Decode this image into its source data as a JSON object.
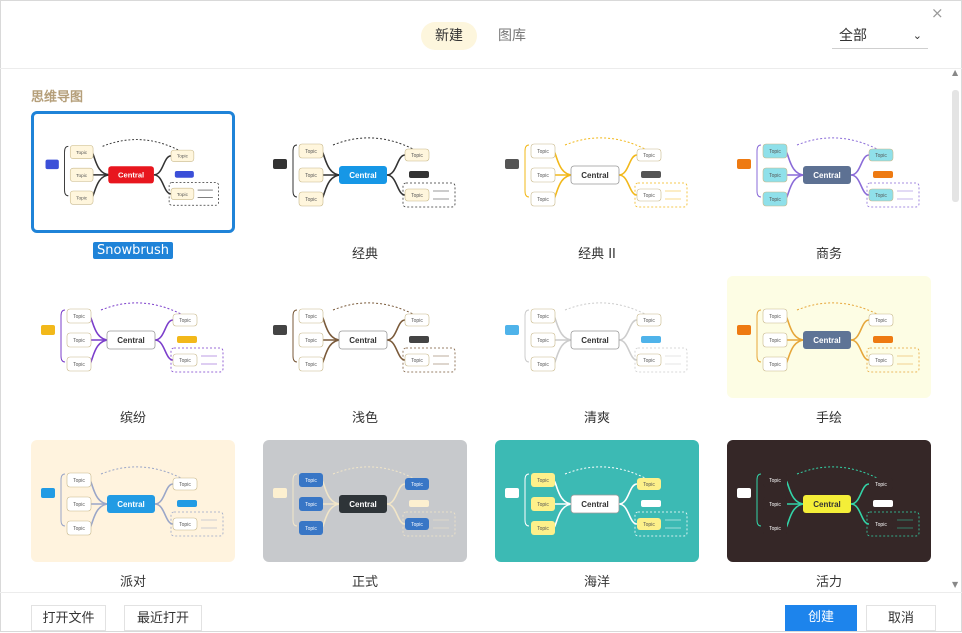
{
  "header": {
    "tabs": [
      {
        "label": "新建",
        "active": true
      },
      {
        "label": "图库",
        "active": false
      }
    ],
    "filter_value": "全部",
    "close_glyph": "×"
  },
  "section_title": "思维导图",
  "templates": [
    {
      "name": "Snowbrush",
      "selected": true,
      "theme": {
        "bg": "#ffffff",
        "central": "#e8161e",
        "central_text": "Central",
        "topic": "#fff6dd",
        "accent": "#3b4fd8",
        "line": "#333333"
      }
    },
    {
      "name": "经典",
      "selected": false,
      "theme": {
        "bg": "#ffffff",
        "central": "#1697e6",
        "central_text": "Central",
        "topic": "#fff6dd",
        "accent": "#333333",
        "line": "#333333"
      }
    },
    {
      "name": "经典 II",
      "selected": false,
      "theme": {
        "bg": "#ffffff",
        "central": "#ffffff",
        "central_text": "Central",
        "topic": "#ffffff",
        "accent": "#555555",
        "line": "#f2b81a"
      }
    },
    {
      "name": "商务",
      "selected": false,
      "theme": {
        "bg": "#ffffff",
        "central": "#5d7193",
        "central_text": "Central",
        "topic": "#8fe0ea",
        "accent": "#ee7a12",
        "line": "#8a6bd8"
      }
    },
    {
      "name": "缤纷",
      "selected": false,
      "theme": {
        "bg": "#ffffff",
        "central": "#ffffff",
        "central_text": "Central",
        "topic": "#ffffff",
        "accent": "#f2b81a",
        "line": "#7b3ecb"
      }
    },
    {
      "name": "浅色",
      "selected": false,
      "theme": {
        "bg": "#ffffff",
        "central": "#ffffff",
        "central_text": "Central",
        "topic": "#ffffff",
        "accent": "#444444",
        "line": "#7a5a3a"
      }
    },
    {
      "name": "清爽",
      "selected": false,
      "theme": {
        "bg": "#ffffff",
        "central": "#ffffff",
        "central_text": "Central",
        "topic": "#ffffff",
        "accent": "#4fb3ea",
        "line": "#cccccc"
      }
    },
    {
      "name": "手绘",
      "selected": false,
      "theme": {
        "bg": "#fdfde4",
        "central": "#5e7496",
        "central_text": "Central",
        "topic": "#ffffff",
        "accent": "#ee7a12",
        "line": "#e6a63a"
      }
    },
    {
      "name": "派对",
      "selected": false,
      "theme": {
        "bg": "#fff3de",
        "central": "#229be4",
        "central_text": "Central",
        "topic": "#ffffff",
        "accent": "#229be4",
        "line": "#9aa6c8"
      }
    },
    {
      "name": "正式",
      "selected": false,
      "theme": {
        "bg": "#c7c9cc",
        "central": "#2e3438",
        "central_text": "Central",
        "topic": "#3876c6",
        "accent": "#fdf0d0",
        "line": "#f2e6c8"
      }
    },
    {
      "name": "海洋",
      "selected": false,
      "theme": {
        "bg": "#3cbab4",
        "central": "#ffffff",
        "central_text": "Central",
        "topic": "#fdf08a",
        "accent": "#ffffff",
        "line": "#ffffff"
      }
    },
    {
      "name": "活力",
      "selected": false,
      "theme": {
        "bg": "#352727",
        "central": "#f4ee38",
        "central_text": "Central",
        "topic": "#352727",
        "accent": "#ffffff",
        "line": "#33d4a8"
      }
    }
  ],
  "topic_text": "Topic",
  "footer": {
    "open_file": "打开文件",
    "recent": "最近打开",
    "create": "创建",
    "cancel": "取消"
  }
}
